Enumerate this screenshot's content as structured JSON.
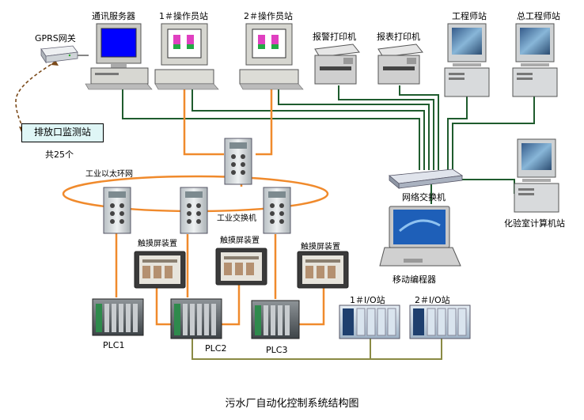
{
  "labels": {
    "gprs_gateway": "GPRS网关",
    "comm_server": "通讯服务器",
    "operator_1": "1＃操作员站",
    "operator_2": "2＃操作员站",
    "alarm_printer": "报警打印机",
    "report_printer": "报表打印机",
    "engineer_station": "工程师站",
    "chief_engineer_station": "总工程师站",
    "outlet_station": "排放口监测站",
    "outlet_count": "共25个",
    "industrial_ring": "工业以太环网",
    "industrial_switch": "工业交换机",
    "network_switch": "网络交换机",
    "lab_computer": "化验室计算机站",
    "mobile_programmer": "移动编程器",
    "touch_screen_1": "触摸屏装置",
    "touch_screen_2": "触摸屏装置",
    "touch_screen_3": "触摸屏装置",
    "plc1": "PLC1",
    "plc2": "PLC2",
    "plc3": "PLC3",
    "io1": "1＃I/O站",
    "io2": "2＃I/O站"
  },
  "caption": "污水厂自动化控制系统结构图",
  "colors": {
    "ethernet_line": "#1f5c2e",
    "fiber_line": "#f08a2c",
    "io_bus": "#8a8a44",
    "monitor_screen_blue": "#0000ff",
    "station_box_fill": "#dff6f6"
  }
}
